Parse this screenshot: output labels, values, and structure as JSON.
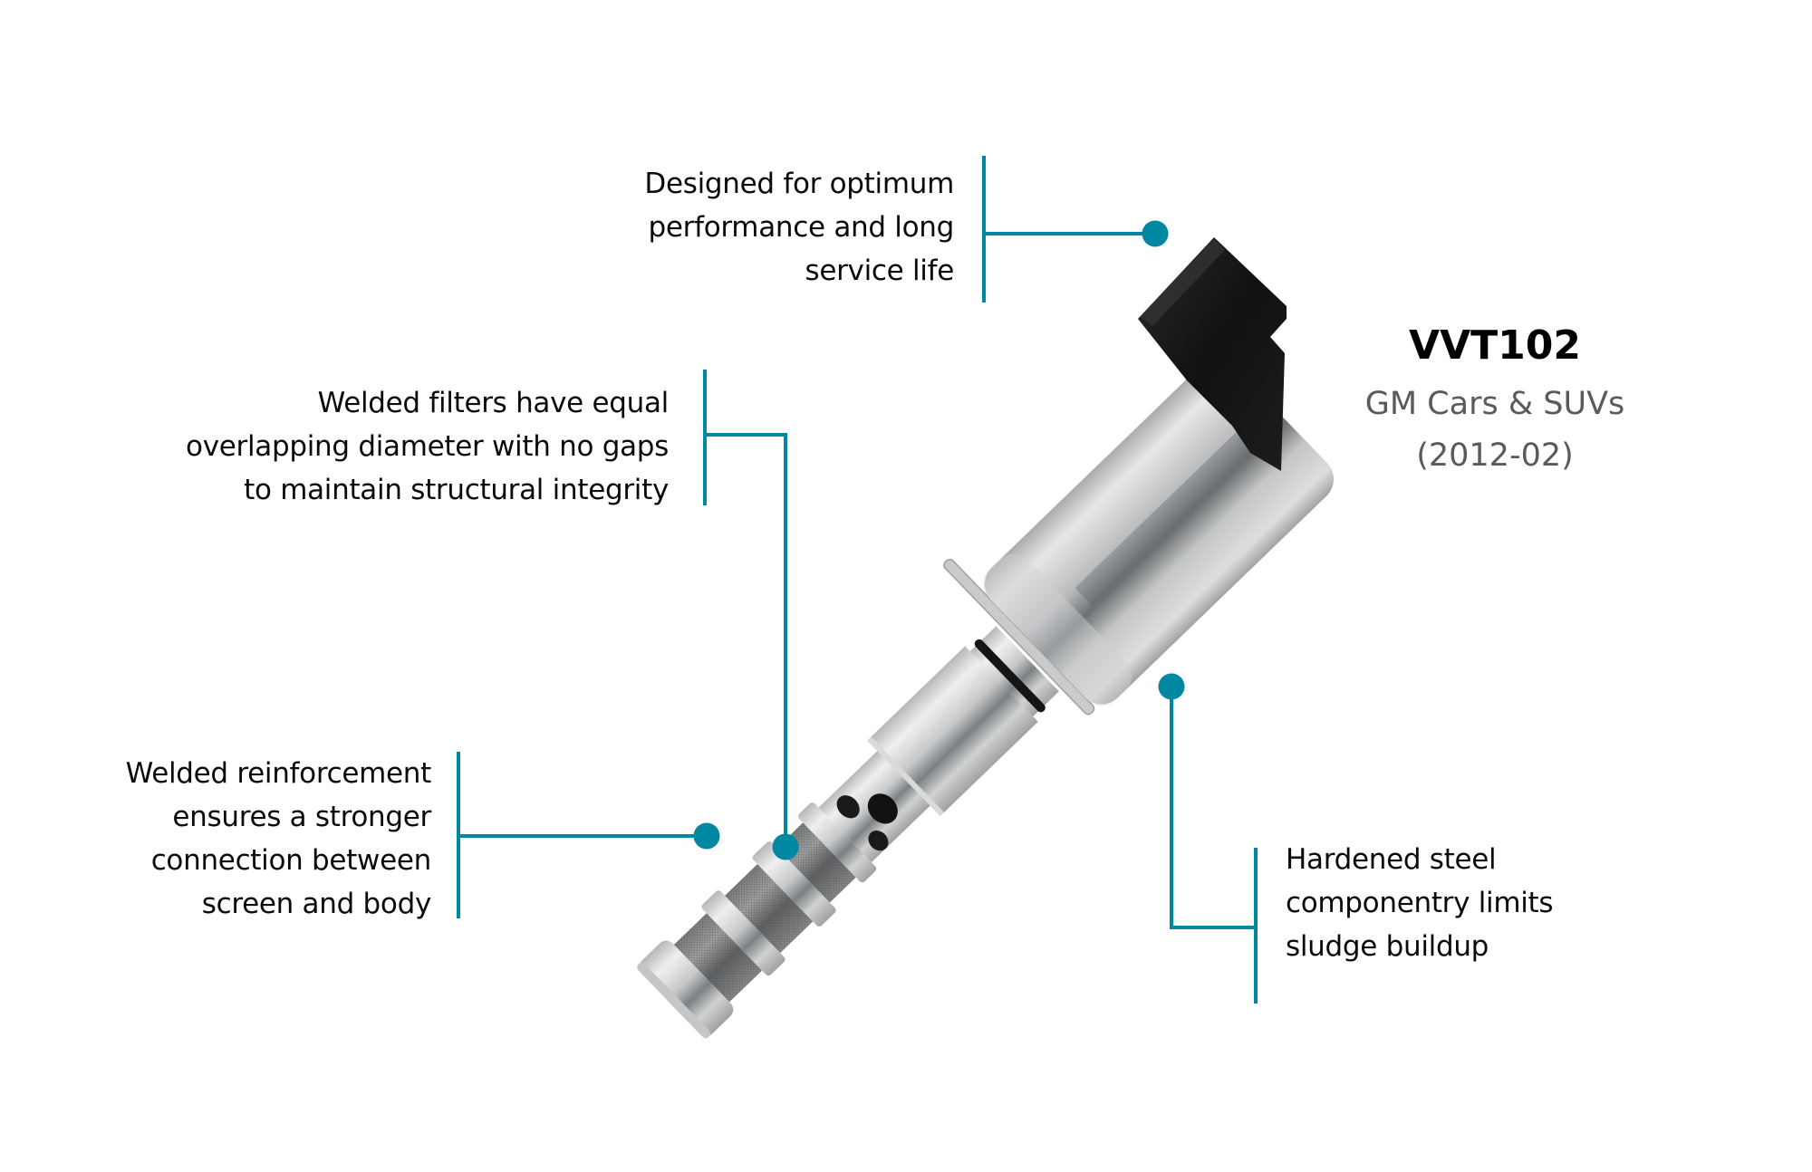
{
  "product": {
    "part_number": "VVT102",
    "application": "GM Cars & SUVs",
    "years": "(2012-02)"
  },
  "callouts": [
    {
      "id": "performance",
      "lines": [
        "Designed for optimum",
        "performance and long",
        "service life"
      ]
    },
    {
      "id": "filters",
      "lines": [
        "Welded filters have equal",
        "overlapping diameter with no gaps",
        "to maintain structural integrity"
      ]
    },
    {
      "id": "reinforcement",
      "lines": [
        "Welded reinforcement",
        "ensures a stronger",
        "connection between",
        "screen and body"
      ]
    },
    {
      "id": "steel",
      "lines": [
        "Hardened steel",
        "componentry limits",
        "sludge buildup"
      ]
    }
  ],
  "colors": {
    "accent": "#0088a3",
    "title": "#000000",
    "subtitle": "#5a5a5a",
    "body_text": "#0a0a0a",
    "background": "#ffffff"
  },
  "image": {
    "subject": "variable valve timing solenoid",
    "icons": [
      "callout-dot-icon"
    ]
  }
}
